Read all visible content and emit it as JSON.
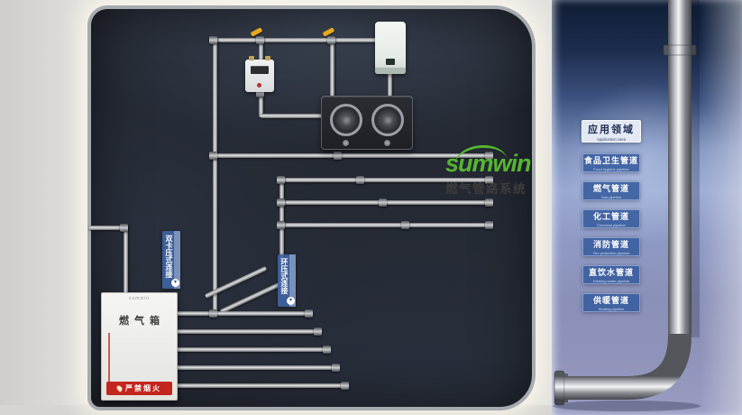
{
  "brand": {
    "logo": "sumwin",
    "subtitle": "燃气管路系统"
  },
  "board": {
    "tag1": "双卡压式连接",
    "tag2": "环压式连接",
    "cabinet": {
      "brand": "sumwin",
      "label": "燃气箱",
      "warning": "严禁烟火"
    }
  },
  "panel": {
    "header": {
      "zh": "应用领域",
      "en": "Application area"
    },
    "items": [
      {
        "zh": "食品卫生管道",
        "en": "Food hygiene pipeline"
      },
      {
        "zh": "燃气管道",
        "en": "Gas pipeline"
      },
      {
        "zh": "化工管道",
        "en": "Chemical pipeline"
      },
      {
        "zh": "消防管道",
        "en": "Fire protection pipeline"
      },
      {
        "zh": "直饮水管道",
        "en": "Drinking water pipeline"
      },
      {
        "zh": "供暖管道",
        "en": "Heating pipeline"
      }
    ]
  },
  "icons": {
    "arrow_down": "▾"
  },
  "colors": {
    "accent_green": "#56b531",
    "sign_blue": "#3d5fa3",
    "warning_red": "#c3251f"
  }
}
